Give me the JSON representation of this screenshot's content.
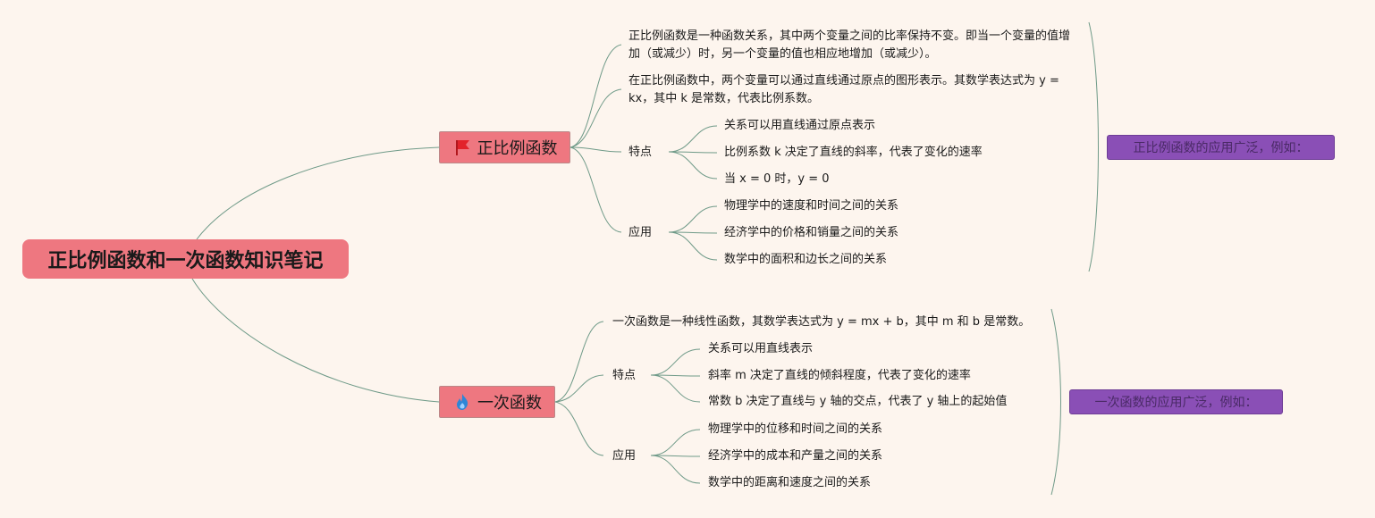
{
  "root": {
    "title": "正比例函数和一次函数知识笔记"
  },
  "branches": [
    {
      "title": "正比例函数",
      "icon": "flag-icon",
      "paragraphs": [
        "正比例函数是一种函数关系，其中两个变量之间的比率保持不变。即当一个变量的值增加（或减少）时，另一个变量的值也相应地增加（或减少）。",
        "在正比例函数中，两个变量可以通过直线通过原点的图形表示。其数学表达式为 y = kx，其中 k 是常数，代表比例系数。"
      ],
      "groups": [
        {
          "label": "特点",
          "items": [
            "关系可以用直线通过原点表示",
            "比例系数 k 决定了直线的斜率，代表了变化的速率",
            "当 x = 0 时，y = 0"
          ]
        },
        {
          "label": "应用",
          "items": [
            "物理学中的速度和时间之间的关系",
            "经济学中的价格和销量之间的关系",
            "数学中的面积和边长之间的关系"
          ]
        }
      ],
      "summary": "正比例函数的应用广泛，例如："
    },
    {
      "title": "一次函数",
      "icon": "fire-icon",
      "paragraphs": [
        "一次函数是一种线性函数，其数学表达式为 y = mx + b，其中 m 和 b 是常数。"
      ],
      "groups": [
        {
          "label": "特点",
          "items": [
            "关系可以用直线表示",
            "斜率 m 决定了直线的倾斜程度，代表了变化的速率",
            "常数 b 决定了直线与 y 轴的交点，代表了 y 轴上的起始值"
          ]
        },
        {
          "label": "应用",
          "items": [
            "物理学中的位移和时间之间的关系",
            "经济学中的成本和产量之间的关系",
            "数学中的距离和速度之间的关系"
          ]
        }
      ],
      "summary": "一次函数的应用广泛，例如："
    }
  ],
  "colors": {
    "topic": "#ee7780",
    "summary": "#8a4fb6",
    "line": "#6f9a88",
    "background": "#fdf5ee"
  }
}
